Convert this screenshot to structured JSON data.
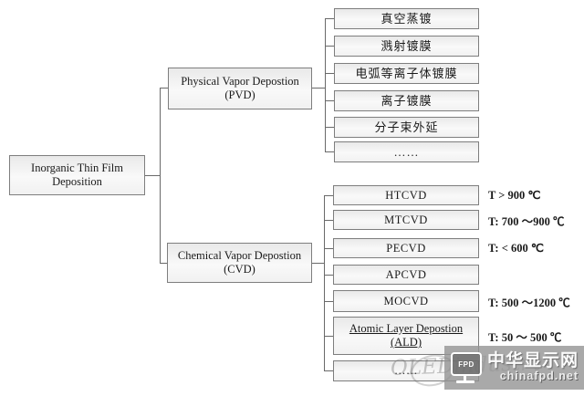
{
  "diagram": {
    "root": {
      "label": "Inorganic Thin Film\nDeposition"
    },
    "pvd": {
      "label": "Physical Vapor Depostion\n(PVD)",
      "children": [
        "真空蒸镀",
        "溅射镀膜",
        "电弧等离子体镀膜",
        "离子镀膜",
        "分子束外延",
        "……"
      ]
    },
    "cvd": {
      "label": "Chemical Vapor Depostion\n(CVD)",
      "children": [
        {
          "label": "HTCVD",
          "temp": "T > 900 ℃"
        },
        {
          "label": "MTCVD",
          "temp": "T: 700 ～900 ℃"
        },
        {
          "label": "PECVD",
          "temp": "T: < 600 ℃"
        },
        {
          "label": "APCVD",
          "temp": ""
        },
        {
          "label": "MOCVD",
          "temp": "T: 500 ～1200 ℃"
        },
        {
          "label": "Atomic Layer Depostion\n(ALD)",
          "temp": "T: 50 ～ 500 ℃"
        },
        {
          "label": "……",
          "temp": ""
        }
      ]
    }
  },
  "watermark": {
    "site_name": "中华显示网",
    "site_url": "chinafpd.net",
    "icon_label": "FPD",
    "faint_signature": "OLEDindustry"
  },
  "colors": {
    "box_border": "#7e7e7e",
    "box_fill": "#f0f0f0",
    "connector": "#696969",
    "watermark_bg": "#949494",
    "text": "#1a1a1a"
  }
}
